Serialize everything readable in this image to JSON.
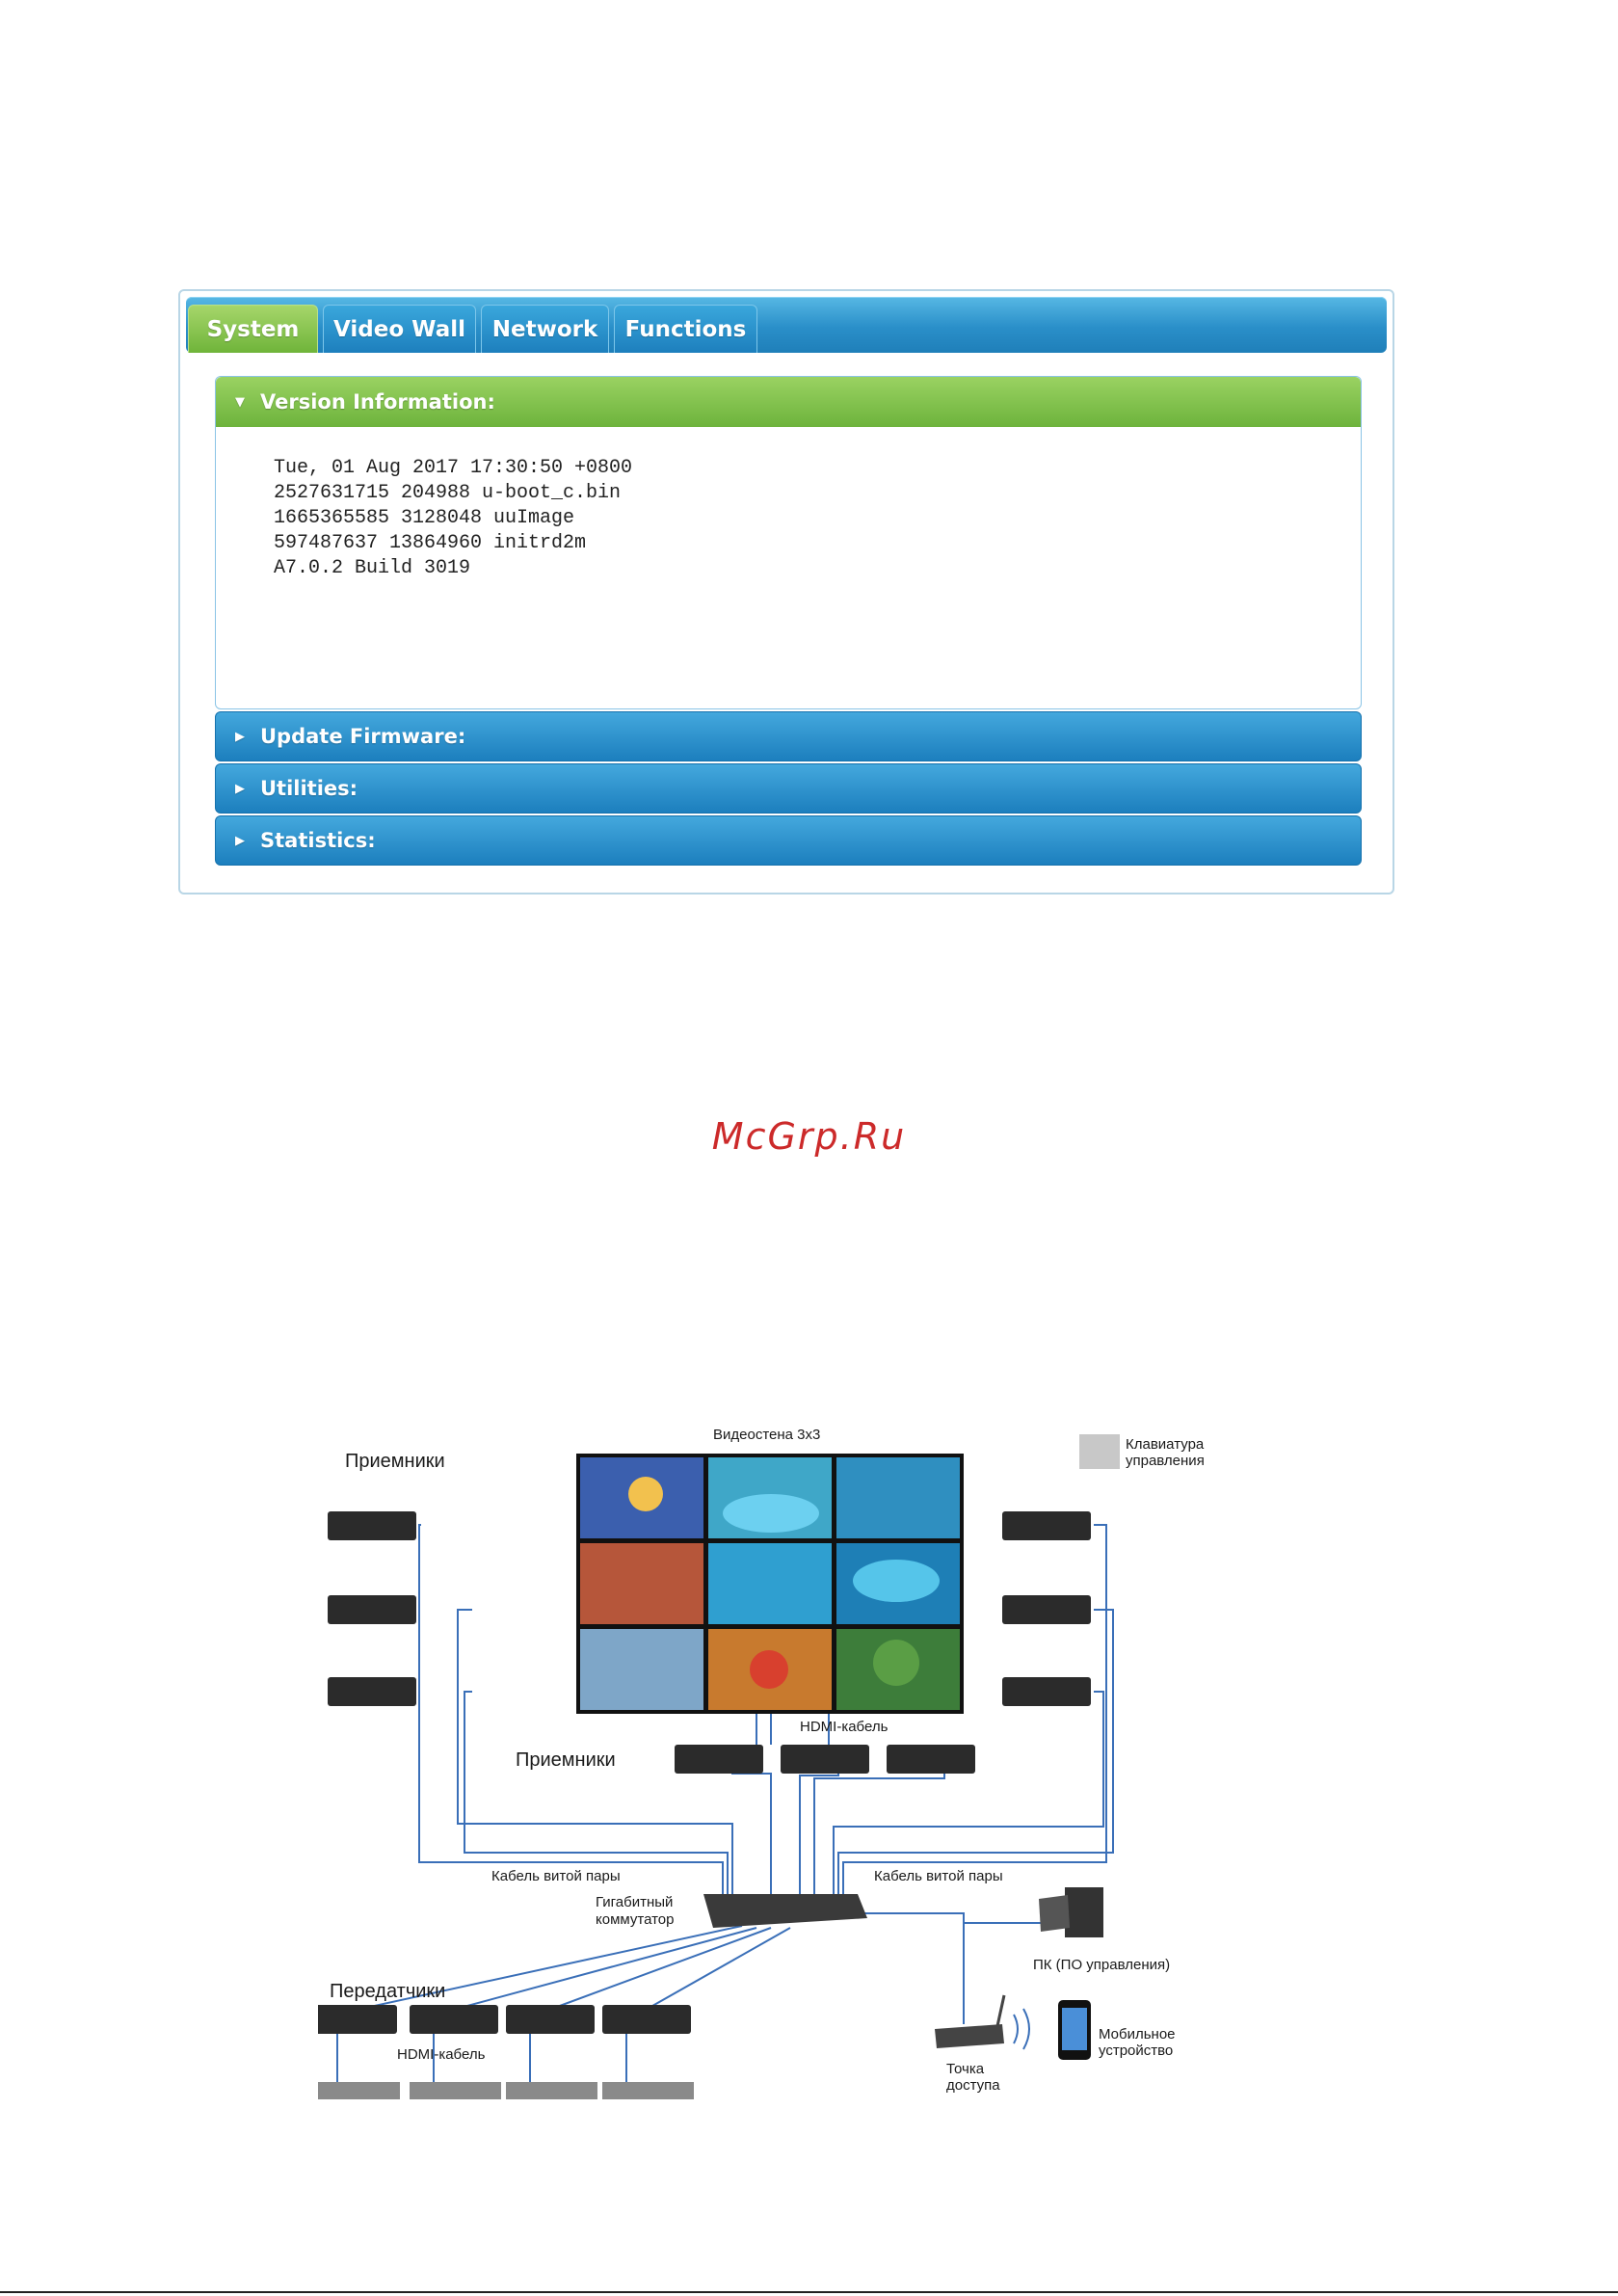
{
  "tabs": [
    "System",
    "Video Wall",
    "Network",
    "Functions"
  ],
  "active_tab": "System",
  "sections": {
    "version": {
      "title": "Version Information:",
      "lines": [
        "Tue, 01 Aug 2017 17:30:50 +0800",
        "2527631715 204988 u-boot_c.bin",
        "1665365585 3128048 uuImage",
        "597487637 13864960 initrd2m",
        "A7.0.2 Build 3019"
      ]
    },
    "update_firmware": {
      "title": "Update Firmware:"
    },
    "utilities": {
      "title": "Utilities:"
    },
    "statistics": {
      "title": "Statistics:"
    }
  },
  "watermark": "McGrp.Ru",
  "diagram": {
    "video_wall": "Видеостена 3x3",
    "receivers_left": "Приемники",
    "receivers_center": "Приемники",
    "hdmi_cable_top": "HDMI-кабель",
    "keypad": "Клавиатура\nуправления",
    "twisted_pair_left": "Кабель витой пары",
    "twisted_pair_right": "Кабель витой пары",
    "switch": "Гигабитный\nкоммутатор",
    "pc": "ПК (ПО управления)",
    "transmitters": "Передатчики",
    "hdmi_cable_bottom": "HDMI-кабель",
    "access_point": "Точка\nдоступа",
    "mobile": "Мобильное\nустройство"
  },
  "colors": {
    "tab_blue": "#2a8fc9",
    "tab_green": "#6fb43a",
    "watermark": "#cc2a2a",
    "cable": "#3a6fb8"
  }
}
